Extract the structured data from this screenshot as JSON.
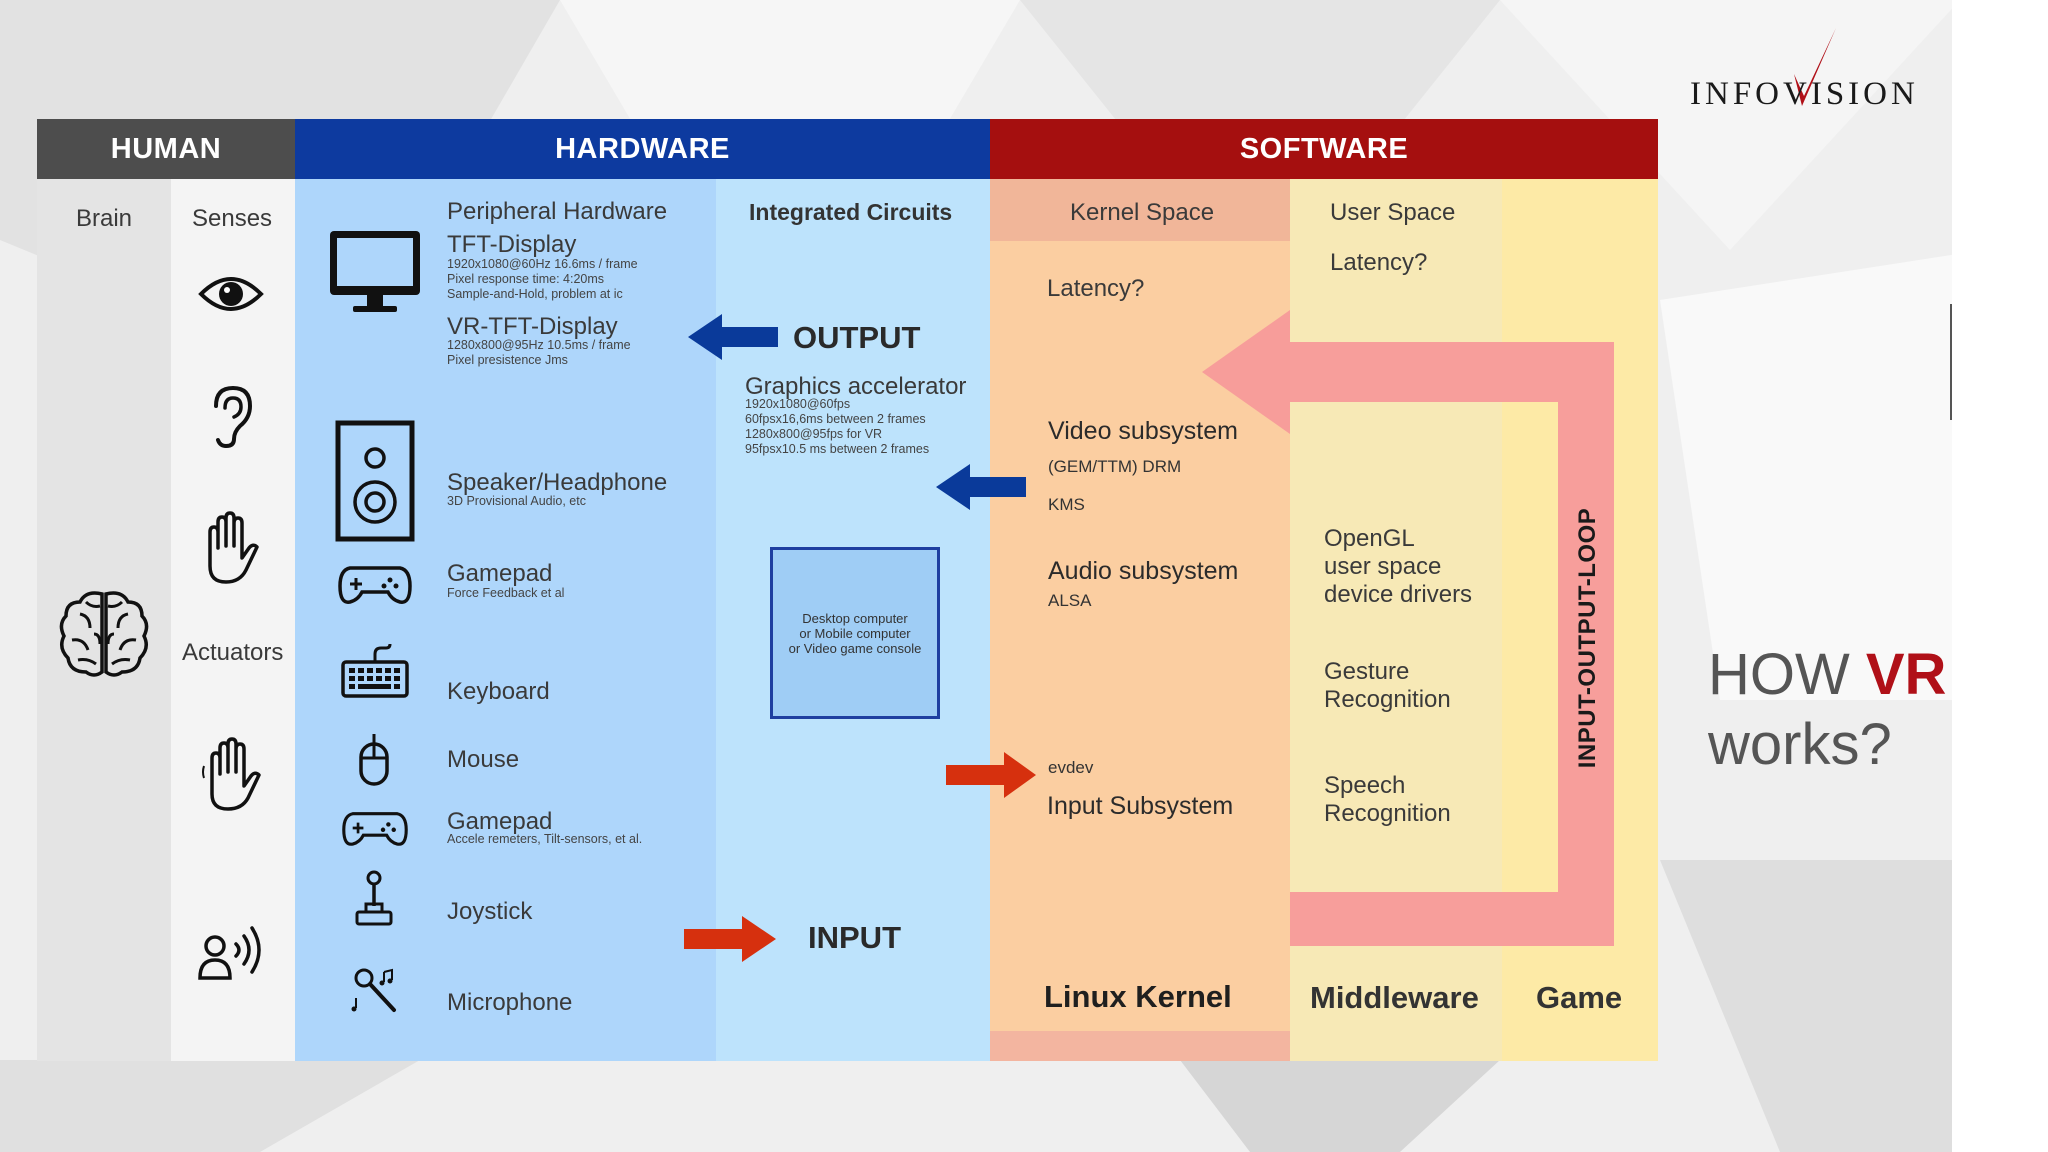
{
  "logo": {
    "text": "INFOVISION"
  },
  "headers": {
    "human": "HUMAN",
    "hardware": "HARDWARE",
    "software": "SOFTWARE"
  },
  "human": {
    "brain": "Brain",
    "senses": "Senses",
    "actuators": "Actuators"
  },
  "hardware": {
    "peripheral": "Peripheral Hardware",
    "tft_title": "TFT-Display",
    "tft_details": "1920x1080@60Hz 16.6ms / frame\nPixel response time: 4:20ms\nSample-and-Hold, problem at ic",
    "vrtft_title": "VR-TFT-Display",
    "vrtft_details": "1280x800@95Hz 10.5ms / frame\nPixel presistence Jms",
    "speaker_title": "Speaker/Headphone",
    "speaker_details": "3D Provisional Audio, etc",
    "gamepad_out_title": "Gamepad",
    "gamepad_out_details": "Force Feedback et al",
    "keyboard": "Keyboard",
    "mouse": "Mouse",
    "gamepad_in_title": "Gamepad",
    "gamepad_in_details": "Accele remeters, Tilt-sensors, et al.",
    "joystick": "Joystick",
    "microphone": "Microphone"
  },
  "ic": {
    "title": "Integrated Circuits",
    "output": "OUTPUT",
    "graphics_title": "Graphics accelerator",
    "graphics_details": "1920x1080@60fps\n60fpsx16,6ms between 2 frames\n1280x800@95fps for VR\n95fpsx10.5 ms between 2 frames",
    "box_text": "Desktop computer\nor Mobile computer\nor Video game console",
    "input": "INPUT"
  },
  "kernel": {
    "header": "Kernel Space",
    "latency": "Latency?",
    "video_title": "Video subsystem",
    "video_drm": "(GEM/TTM) DRM",
    "video_kms": "KMS",
    "audio_title": "Audio subsystem",
    "audio_alsa": "ALSA",
    "evdev": "evdev",
    "input_subsystem": "Input Subsystem",
    "footer": "Linux Kernel"
  },
  "user": {
    "header": "User Space",
    "latency": "Latency?",
    "opengl": "OpenGL\nuser space\ndevice drivers",
    "gesture": "Gesture\nRecognition",
    "speech": "Speech\nRecognition",
    "middleware": "Middleware",
    "game": "Game",
    "loop": "INPUT-OUTPUT-LOOP"
  },
  "title": {
    "how": "HOW",
    "vr": "VR",
    "works": "works?"
  },
  "colors": {
    "human_header": "#4d4d4d",
    "hardware_header": "#0d3a9f",
    "software_header": "#a50f0f",
    "blue_arrow": "#0a3a9a",
    "red_arrow": "#d6300e",
    "loop": "#f79a9a",
    "brand_red": "#b01018"
  }
}
